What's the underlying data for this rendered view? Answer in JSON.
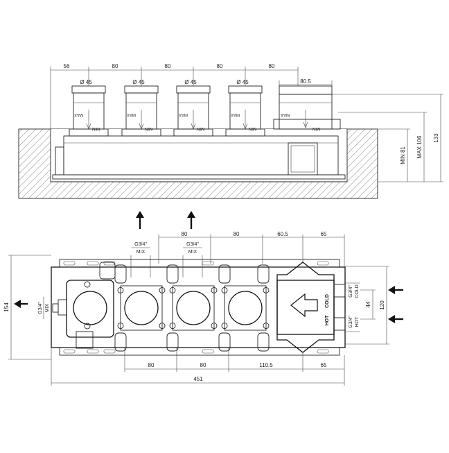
{
  "top_view": {
    "dims_horizontal": [
      "56",
      "80",
      "80",
      "80",
      "80"
    ],
    "cartridge_diameter": "Ø 45",
    "diverter_width": "80.5",
    "dims_vertical": [
      "MIN 81",
      "MAX 106",
      "133"
    ],
    "stem_label_max": "MAX",
    "stem_label_min": "MIN"
  },
  "bottom_view": {
    "dims_top": [
      "80",
      "80",
      "60.5",
      "65"
    ],
    "dims_bottom": [
      "80",
      "80",
      "110.5",
      "65"
    ],
    "overall_width": "451",
    "height_left": "154",
    "height_right_outer": "120",
    "height_right_inner": "44",
    "mix_outlet_top": [
      "G3/4\"",
      "MIX"
    ],
    "mix_outlet_left": [
      "G3/4\"",
      "MIX"
    ],
    "inlet_cold": [
      "G3/4\"",
      "COLD"
    ],
    "inlet_hot": [
      "G3/4\"",
      "HOT"
    ],
    "diverter_cold_label": "COLD",
    "diverter_hot_label": "HOT"
  }
}
